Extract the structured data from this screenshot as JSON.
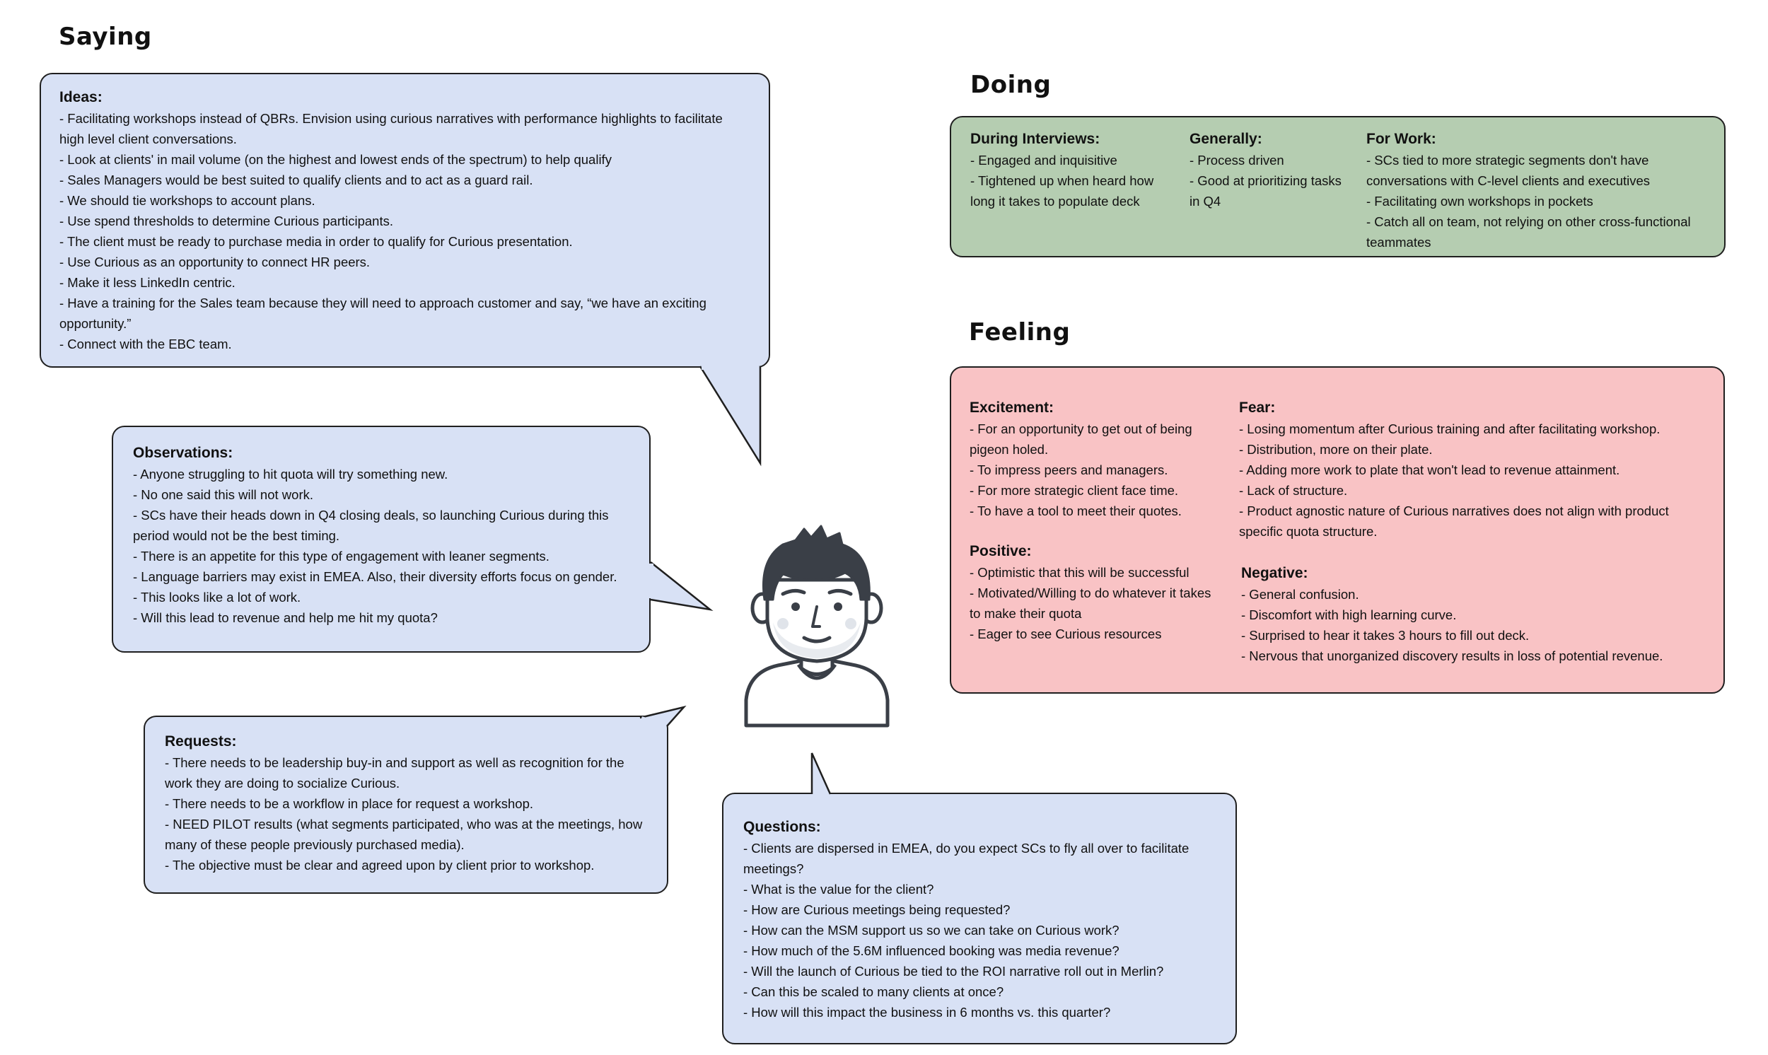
{
  "headings": {
    "saying": "Saying",
    "doing": "Doing",
    "feeling": "Feeling"
  },
  "ideas": {
    "title": "Ideas:",
    "items": [
      "- Facilitating workshops instead of QBRs. Envision using curious narratives with performance highlights to facilitate high level client conversations.",
      "- Look at clients' in mail volume (on the highest and lowest ends of the spectrum) to help qualify",
      "- Sales Managers would be best suited to qualify clients and to act as a guard rail.",
      " - We should tie workshops to account plans.",
      " - Use spend thresholds to determine Curious participants.",
      "- The client must be ready to purchase media in order to qualify for Curious presentation.",
      "- Use Curious as an opportunity to connect HR peers.",
      "- Make it less LinkedIn centric.",
      " - Have a training for the Sales team because they will need to approach customer and say, “we have an exciting opportunity.”",
      "- Connect with the EBC team."
    ]
  },
  "observations": {
    "title": "Observations:",
    "items": [
      "- Anyone struggling to hit quota will try something new.",
      "- No one said this will not work.",
      "- SCs have their heads down in Q4 closing deals, so launching Curious during this period would not be the best timing.",
      "- There is an appetite for this type of engagement with leaner segments.",
      "- Language barriers may exist in EMEA.  Also, their diversity efforts focus on gender.",
      "- This looks like a lot of work.",
      "- Will this lead to revenue and help me hit my quota?"
    ]
  },
  "requests": {
    "title": "Requests:",
    "items": [
      "- There needs to be leadership buy-in and support as well as recognition for the work they are doing to socialize Curious.",
      "- There needs to be a workflow in place for request a workshop.",
      " - NEED PILOT results (what segments participated, who was at the meetings, how many of these people previously purchased media).",
      "- The objective must be clear and agreed upon by client prior to workshop."
    ]
  },
  "questions": {
    "title": "Questions:",
    "items": [
      "- Clients are dispersed in EMEA, do you expect SCs to fly all over to facilitate meetings?",
      "- What is the value for the client?",
      "- How are Curious meetings being requested?",
      "- How can the MSM support us so we can take on Curious work?",
      "- How much of the 5.6M influenced booking was media revenue?",
      "- Will the launch of Curious be tied to the ROI narrative roll out in Merlin?",
      "- Can this be scaled to many clients at once?",
      "- How will this impact the business in 6 months vs. this quarter?"
    ]
  },
  "doing": {
    "during": {
      "title": "During Interviews:",
      "items": [
        "- Engaged and inquisitive",
        "- Tightened up when heard how long it takes to populate deck"
      ]
    },
    "generally": {
      "title": "Generally:",
      "items": [
        "- Process driven",
        "- Good at prioritizing tasks in Q4"
      ]
    },
    "work": {
      "title": "For Work:",
      "items": [
        "- SCs tied to more strategic segments don't have conversations with C-level clients and executives",
        "- Facilitating own workshops in pockets",
        "- Catch all on team, not relying on other cross-functional teammates"
      ]
    }
  },
  "feeling": {
    "excitement": {
      "title": "Excitement:",
      "items": [
        "- For an opportunity to get out of being pigeon holed.",
        "- To impress peers and managers.",
        " - For more strategic client face time.",
        " - To have a tool to meet their quotes."
      ]
    },
    "positive": {
      "title": "Positive:",
      "items": [
        "- Optimistic that this will be successful",
        "- Motivated/Willing to do whatever it takes to make their quota",
        "- Eager to see Curious resources"
      ]
    },
    "fear": {
      "title": "Fear:",
      "items": [
        "- Losing momentum after Curious training and after facilitating workshop.",
        "- Distribution, more on their plate.",
        "- Adding more work to plate that won't lead to revenue attainment.",
        "- Lack of structure.",
        "- Product agnostic nature of Curious narratives does not align with product specific quota structure."
      ]
    },
    "negative": {
      "title": "Negative:",
      "items": [
        "- General confusion.",
        "- Discomfort with high learning curve.",
        "- Surprised to hear it takes 3 hours to fill out deck.",
        "- Nervous that unorganized discovery results in loss of potential revenue."
      ]
    }
  },
  "colors": {
    "blue_bubble": "#d8e1f5",
    "green_box": "#b5cdb1",
    "red_box": "#f9c3c5",
    "outline": "#1f1f1f",
    "avatar_dark": "#3a3f47"
  },
  "icons": {
    "persona": "person-avatar-icon"
  }
}
